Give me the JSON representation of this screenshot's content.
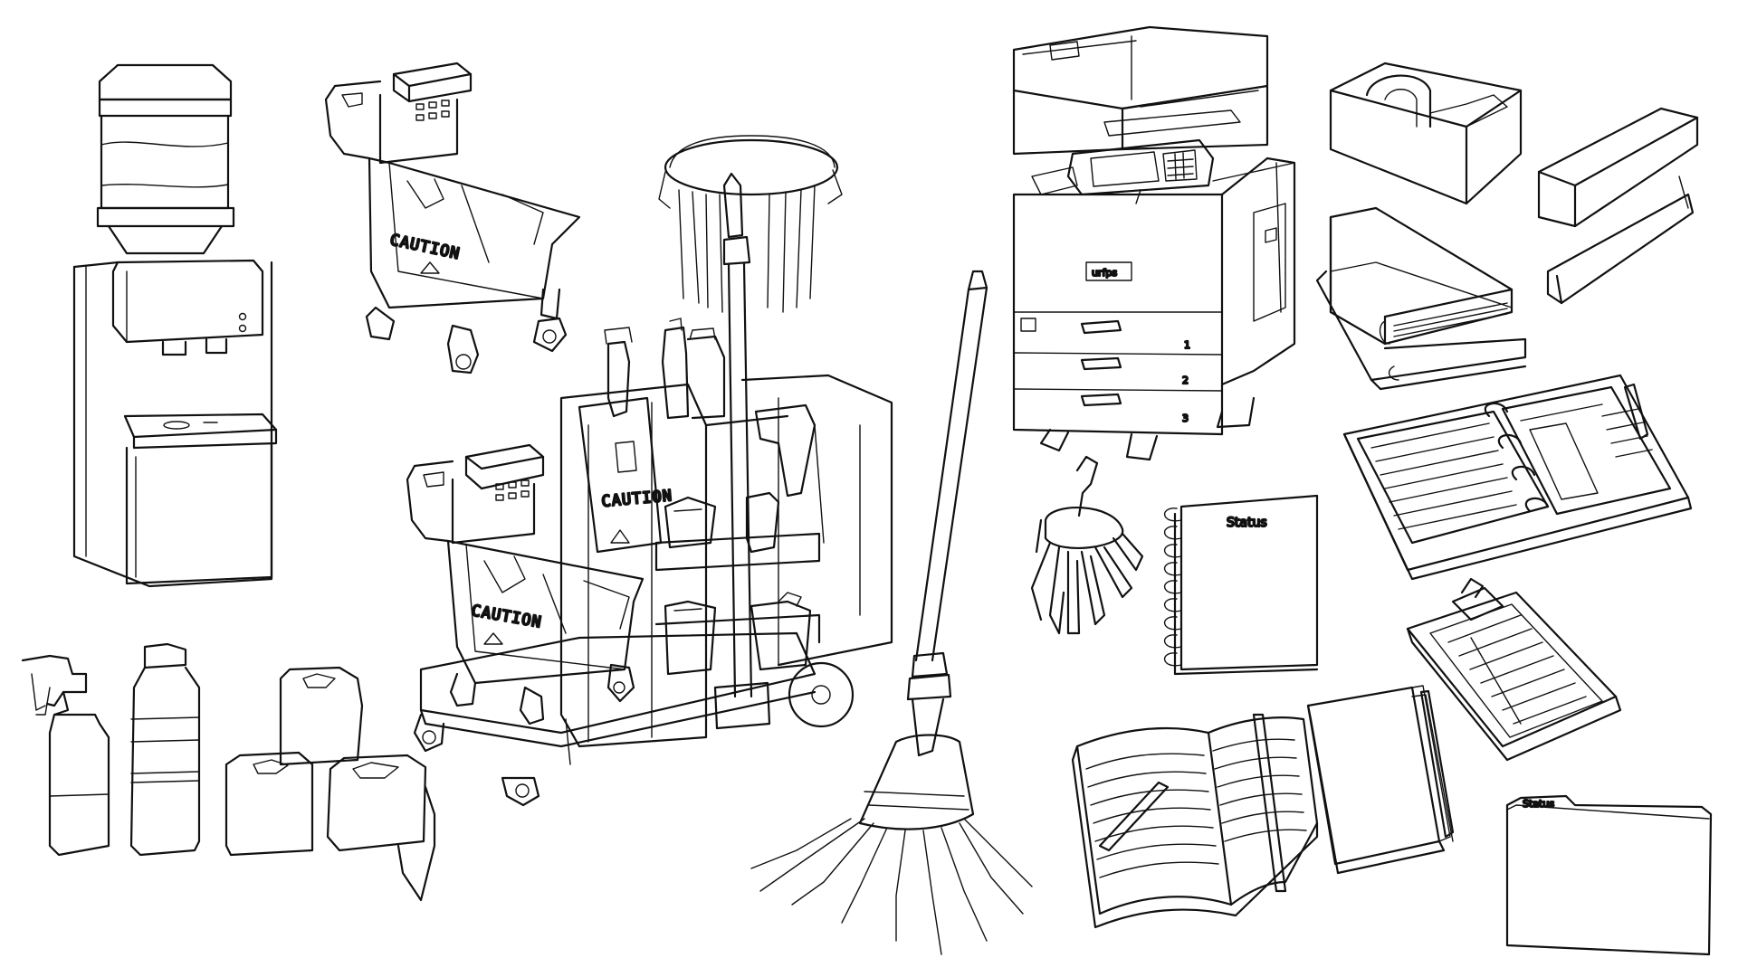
{
  "palette": {
    "background": "#ffffff",
    "ink": "#111111"
  },
  "labels": {
    "caution_upper_bucket": "CAUTION",
    "caution_cart_sign": "CAUTION",
    "caution_lower_bucket": "CAUTION",
    "copier_brand": "urfps",
    "copier_tray_1": "1",
    "copier_tray_2": "2",
    "copier_tray_3": "3",
    "notebook_title": "Status",
    "folder_tab": "Status"
  },
  "items": [
    {
      "id": "water-cooler",
      "icon": "water-cooler-icon"
    },
    {
      "id": "mop-bucket-small",
      "icon": "mop-bucket-icon"
    },
    {
      "id": "janitor-cart",
      "icon": "janitor-cart-icon"
    },
    {
      "id": "broom",
      "icon": "broom-icon"
    },
    {
      "id": "copier",
      "icon": "copier-icon"
    },
    {
      "id": "key-ring",
      "icon": "keys-icon"
    },
    {
      "id": "spiral-notebook",
      "icon": "notebook-icon"
    },
    {
      "id": "tape-dispenser",
      "icon": "tape-dispenser-icon"
    },
    {
      "id": "stapler",
      "icon": "stapler-icon"
    },
    {
      "id": "binders",
      "icon": "binder-icon"
    },
    {
      "id": "planner",
      "icon": "planner-icon"
    },
    {
      "id": "clipboard",
      "icon": "clipboard-icon"
    },
    {
      "id": "open-book",
      "icon": "open-book-icon"
    },
    {
      "id": "closed-journal",
      "icon": "journal-icon"
    },
    {
      "id": "file-folder",
      "icon": "folder-icon"
    },
    {
      "id": "spray-bottle",
      "icon": "spray-bottle-icon"
    },
    {
      "id": "detergent-bottle",
      "icon": "bottle-icon"
    },
    {
      "id": "toilet-paper-rolls",
      "icon": "toilet-paper-icon"
    }
  ]
}
